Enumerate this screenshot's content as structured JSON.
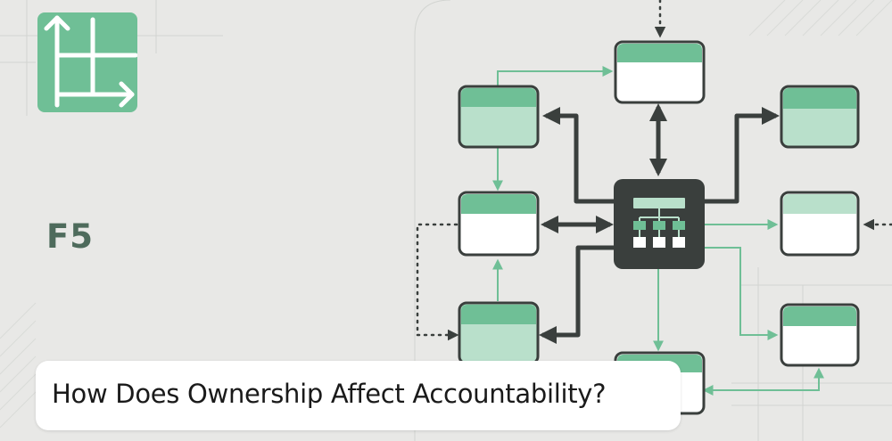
{
  "brand": {
    "name": "F5"
  },
  "caption": {
    "title": "How Does Ownership  Affect Accountability?"
  },
  "colors": {
    "background": "#e8e8e6",
    "accent_green": "#6fbf96",
    "light_green": "#b9e0cb",
    "dark": "#3a3f3d",
    "brand_text": "#4e6b5c",
    "white": "#ffffff"
  },
  "icons": {
    "logo": "grid-arrows-logo",
    "hub": "org-hierarchy-icon"
  }
}
